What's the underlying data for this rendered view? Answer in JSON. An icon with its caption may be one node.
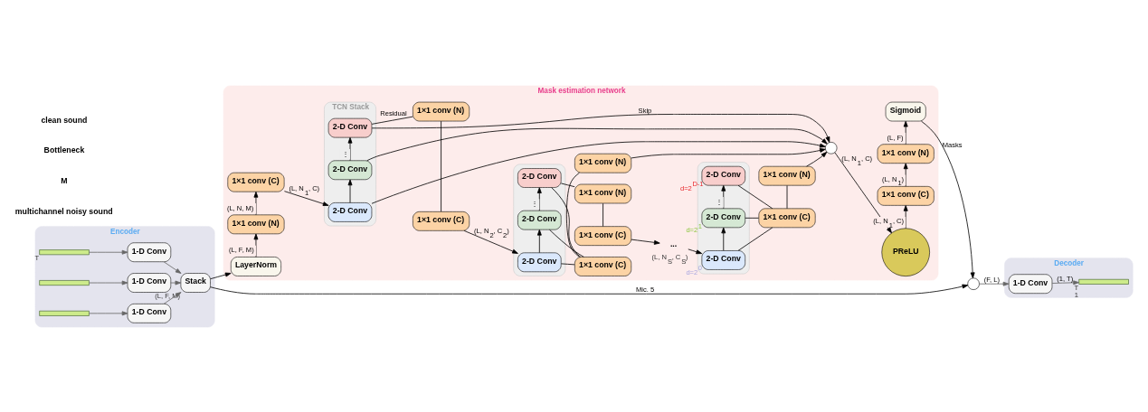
{
  "diagram": {
    "nodes": [
      {
        "text": [
          "Encoder"
        ]
      },
      {
        "text": [],
        "shape": "bar",
        "in": 0,
        "beside": [
          "T"
        ]
      },
      {
        "text": [],
        "shape": "bar",
        "in": 0
      },
      {
        "text": [],
        "shape": "bar",
        "in": 0
      },
      {
        "text": [
          "1-D Conv"
        ],
        "in": 0
      },
      {
        "text": [
          "1-D Conv"
        ],
        "in": 0
      },
      {
        "text": [
          "1-D Conv"
        ],
        "in": 0
      },
      {
        "text": [
          "Stack"
        ],
        "in": 0,
        "beside": [
          "(L, F, M)"
        ]
      },
      {
        "text": [
          "Mask estimation network"
        ]
      },
      {
        "text": [
          "LayerNorm"
        ],
        "in": 8
      },
      {
        "text": [
          "1×1 conv (N)"
        ],
        "in": 8
      },
      {
        "text": [
          "1×1 conv (C)"
        ],
        "in": 8
      },
      {
        "text": [
          "TCN Stack"
        ],
        "in": 8
      },
      {
        "text": [
          "2-D Conv"
        ],
        "in": 12
      },
      {
        "text": [
          "2-D Conv"
        ],
        "in": 12
      },
      {
        "text": [
          "2-D Conv"
        ],
        "in": 12
      },
      {
        "text": [
          "1×1 conv (N)"
        ],
        "in": 8
      },
      {
        "text": [
          "1×1 conv (C)"
        ],
        "in": 8
      },
      {
        "text": [],
        "shape": "box",
        "in": 8
      },
      {
        "text": [
          "2-D Conv"
        ],
        "in": 18
      },
      {
        "text": [
          "2-D Conv"
        ],
        "in": 18
      },
      {
        "text": [
          "2-D Conv"
        ],
        "in": 18
      },
      {
        "text": [
          "1×1 conv (C)"
        ],
        "in": 8
      },
      {
        "text": [
          "1×1 conv (N)"
        ],
        "in": 8
      },
      {
        "text": [
          "1×1 conv (N)"
        ],
        "in": 8
      },
      {
        "text": [
          "1×1 conv (C)"
        ],
        "in": 8
      },
      {
        "text": [
          "..."
        ],
        "in": 8,
        "beside": [
          "(L, N$_{S}$, C$_{S}$)"
        ]
      },
      {
        "text": [],
        "shape": "box",
        "in": 8
      },
      {
        "text": [
          "2-D Conv"
        ],
        "in": 27,
        "beside": [
          "d=2$^{0}$"
        ]
      },
      {
        "text": [
          "2-D Conv"
        ],
        "in": 27,
        "beside": [
          "d=2$^{1}$"
        ]
      },
      {
        "text": [
          "2-D Conv"
        ],
        "in": 27,
        "beside": [
          "d=2$^{D-1}$"
        ]
      },
      {
        "text": [
          "1×1 conv (C)"
        ],
        "in": 8
      },
      {
        "text": [
          "1×1 conv (N)"
        ],
        "in": 8
      },
      {
        "text": [],
        "shape": "circle",
        "in": 8
      },
      {
        "text": [
          "PReLU"
        ],
        "in": 8
      },
      {
        "text": [
          "1×1 conv (C)"
        ],
        "in": 8
      },
      {
        "text": [
          "1×1 conv (N)"
        ],
        "in": 8
      },
      {
        "text": [
          "Sigmoid"
        ],
        "in": 8
      },
      {
        "text": [
          "Decoder"
        ]
      },
      {
        "text": [
          "1-D Conv"
        ],
        "in": 38
      },
      {
        "text": [],
        "shape": "bar",
        "in": 38,
        "beside": [
          "T",
          "1"
        ]
      },
      {
        "text": [],
        "shape": "circle"
      }
    ],
    "edges": [
      {
        "from": 1,
        "to": 4,
        "arrow": "to",
        "color": "#666666"
      },
      {
        "from": 2,
        "to": 5,
        "arrow": "to",
        "color": "#666666"
      },
      {
        "from": 3,
        "to": 6,
        "arrow": "to",
        "color": "#666666"
      },
      {
        "from": 4,
        "to": 7,
        "arrow": "to",
        "color": "#666666"
      },
      {
        "from": 5,
        "to": 7,
        "arrow": "to",
        "color": "#666666"
      },
      {
        "from": 6,
        "to": 7,
        "arrow": "to",
        "color": "#666666"
      },
      {
        "from": 7,
        "to": 9,
        "arrow": "to"
      },
      {
        "from": 7,
        "to": 41,
        "arrow": "to",
        "label": "Mic. 5"
      },
      {
        "from": 9,
        "to": 10,
        "arrow": "to",
        "label": "(L, F, M)"
      },
      {
        "from": 10,
        "to": 11,
        "arrow": "to",
        "label": "(L, N, M)"
      },
      {
        "from": 11,
        "to": 13,
        "arrow": "to",
        "label": "(L, N$_{1}$, C)"
      },
      {
        "from": 13,
        "to": 14,
        "arrow": "to"
      },
      {
        "from": 14,
        "to": 15,
        "arrow": "to",
        "label": "⋮"
      },
      {
        "from": 15,
        "to": 16,
        "arrow": "none",
        "label": "Residual"
      },
      {
        "from": 16,
        "to": 17,
        "arrow": "none"
      },
      {
        "from": 17,
        "to": 19,
        "arrow": "to",
        "label": "(L, N$_{2}$, C$_{2}$)"
      },
      {
        "from": 13,
        "to": 33,
        "arrow": "to"
      },
      {
        "from": 14,
        "to": 33,
        "arrow": "to"
      },
      {
        "from": 15,
        "to": 33,
        "arrow": "to",
        "label": "Skip"
      },
      {
        "from": 19,
        "to": 20,
        "arrow": "to"
      },
      {
        "from": 20,
        "to": 21,
        "arrow": "to",
        "label": "⋮"
      },
      {
        "from": 19,
        "to": 22,
        "arrow": "none"
      },
      {
        "from": 20,
        "to": 22,
        "arrow": "none"
      },
      {
        "from": 21,
        "to": 22,
        "arrow": "none"
      },
      {
        "from": 22,
        "to": 23,
        "arrow": "none"
      },
      {
        "from": 23,
        "to": 33,
        "arrow": "to"
      },
      {
        "from": 21,
        "to": 24,
        "arrow": "none"
      },
      {
        "from": 24,
        "to": 25,
        "arrow": "none"
      },
      {
        "from": 25,
        "to": 26,
        "arrow": "to"
      },
      {
        "from": 26,
        "to": 28,
        "arrow": "to"
      },
      {
        "from": 28,
        "to": 29,
        "arrow": "to"
      },
      {
        "from": 29,
        "to": 30,
        "arrow": "to",
        "label": "⋮"
      },
      {
        "from": 28,
        "to": 31,
        "arrow": "none"
      },
      {
        "from": 29,
        "to": 31,
        "arrow": "none"
      },
      {
        "from": 30,
        "to": 31,
        "arrow": "none"
      },
      {
        "from": 31,
        "to": 32,
        "arrow": "none"
      },
      {
        "from": 32,
        "to": 33,
        "arrow": "to"
      },
      {
        "from": 33,
        "to": 34,
        "arrow": "to",
        "label": "(L, N$_{1}$, C)"
      },
      {
        "from": 34,
        "to": 35,
        "arrow": "to",
        "label": "(L, N$_{1}$, C)"
      },
      {
        "from": 35,
        "to": 36,
        "arrow": "to",
        "label": "(L, N$_{1}$)"
      },
      {
        "from": 36,
        "to": 37,
        "arrow": "to",
        "label": "(L, F)"
      },
      {
        "from": 37,
        "to": 41,
        "arrow": "to",
        "label": "Masks"
      },
      {
        "from": 41,
        "to": 39,
        "arrow": "to",
        "label": "(F, L)",
        "color": "#666666"
      },
      {
        "from": 39,
        "to": 40,
        "arrow": "to",
        "label": "(1, T)",
        "color": "#666666"
      }
    ],
    "labels": [
      "multichannel noisy sound",
      "M",
      "Bottleneck",
      "clean sound"
    ]
  }
}
